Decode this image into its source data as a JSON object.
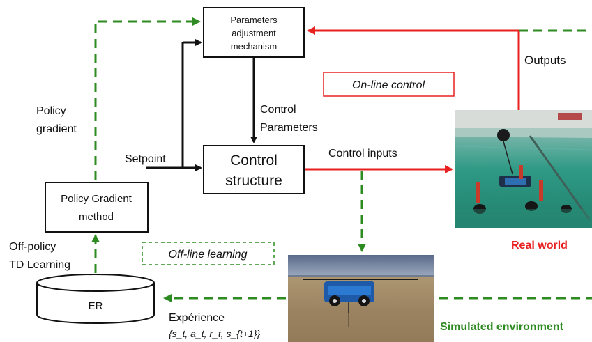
{
  "boxes": {
    "params": [
      "Parameters",
      "adjustment",
      "mechanism"
    ],
    "control": [
      "Control",
      "structure"
    ],
    "pg_method": [
      "Policy Gradient",
      "method"
    ],
    "er": "ER"
  },
  "labels": {
    "outputs": "Outputs",
    "online_control": "On-line control",
    "control_params": [
      "Control",
      "Parameters"
    ],
    "setpoint": "Setpoint",
    "control_inputs": "Control inputs",
    "policy_gradient": [
      "Policy",
      "gradient"
    ],
    "offline_learning": "Off-line learning",
    "off_policy": [
      "Off-policy",
      "TD Learning"
    ],
    "real_world": "Real world",
    "experience": "Expérience",
    "experience_tuple": "{s_t, a_t, r_t, s_{t+1}}",
    "simulated_env": "Simulated environment"
  },
  "colors": {
    "red": "#e82020",
    "green": "#2e8b22",
    "black": "#111111"
  }
}
